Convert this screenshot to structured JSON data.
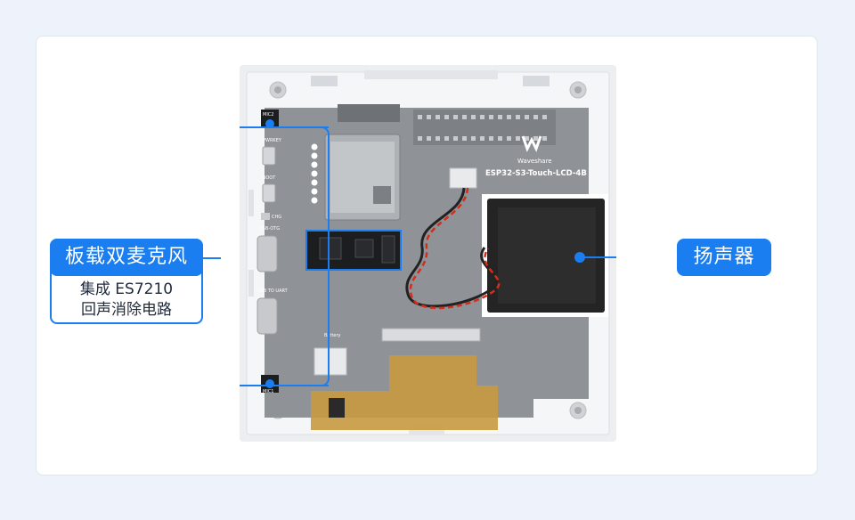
{
  "callouts": {
    "mic": {
      "title": "板载双麦克风",
      "line1": "集成 ES7210",
      "line2": "回声消除电路"
    },
    "speaker": {
      "title": "扬声器"
    }
  },
  "board": {
    "silk": {
      "mic2": "MIC2",
      "mic1": "MIC1",
      "pwrkey": "PWRKEY",
      "boot": "BOOT",
      "chg": "CHG",
      "usb_otg": "USB-OTG",
      "usb_uart": "USB TO UART",
      "battery": "Battery",
      "brand": "Waveshare",
      "model": "ESP32-S3-Touch-LCD-4B"
    }
  },
  "colors": {
    "accent": "#1a7df0",
    "text": "#1f2a3a",
    "board": "#8f9296"
  }
}
